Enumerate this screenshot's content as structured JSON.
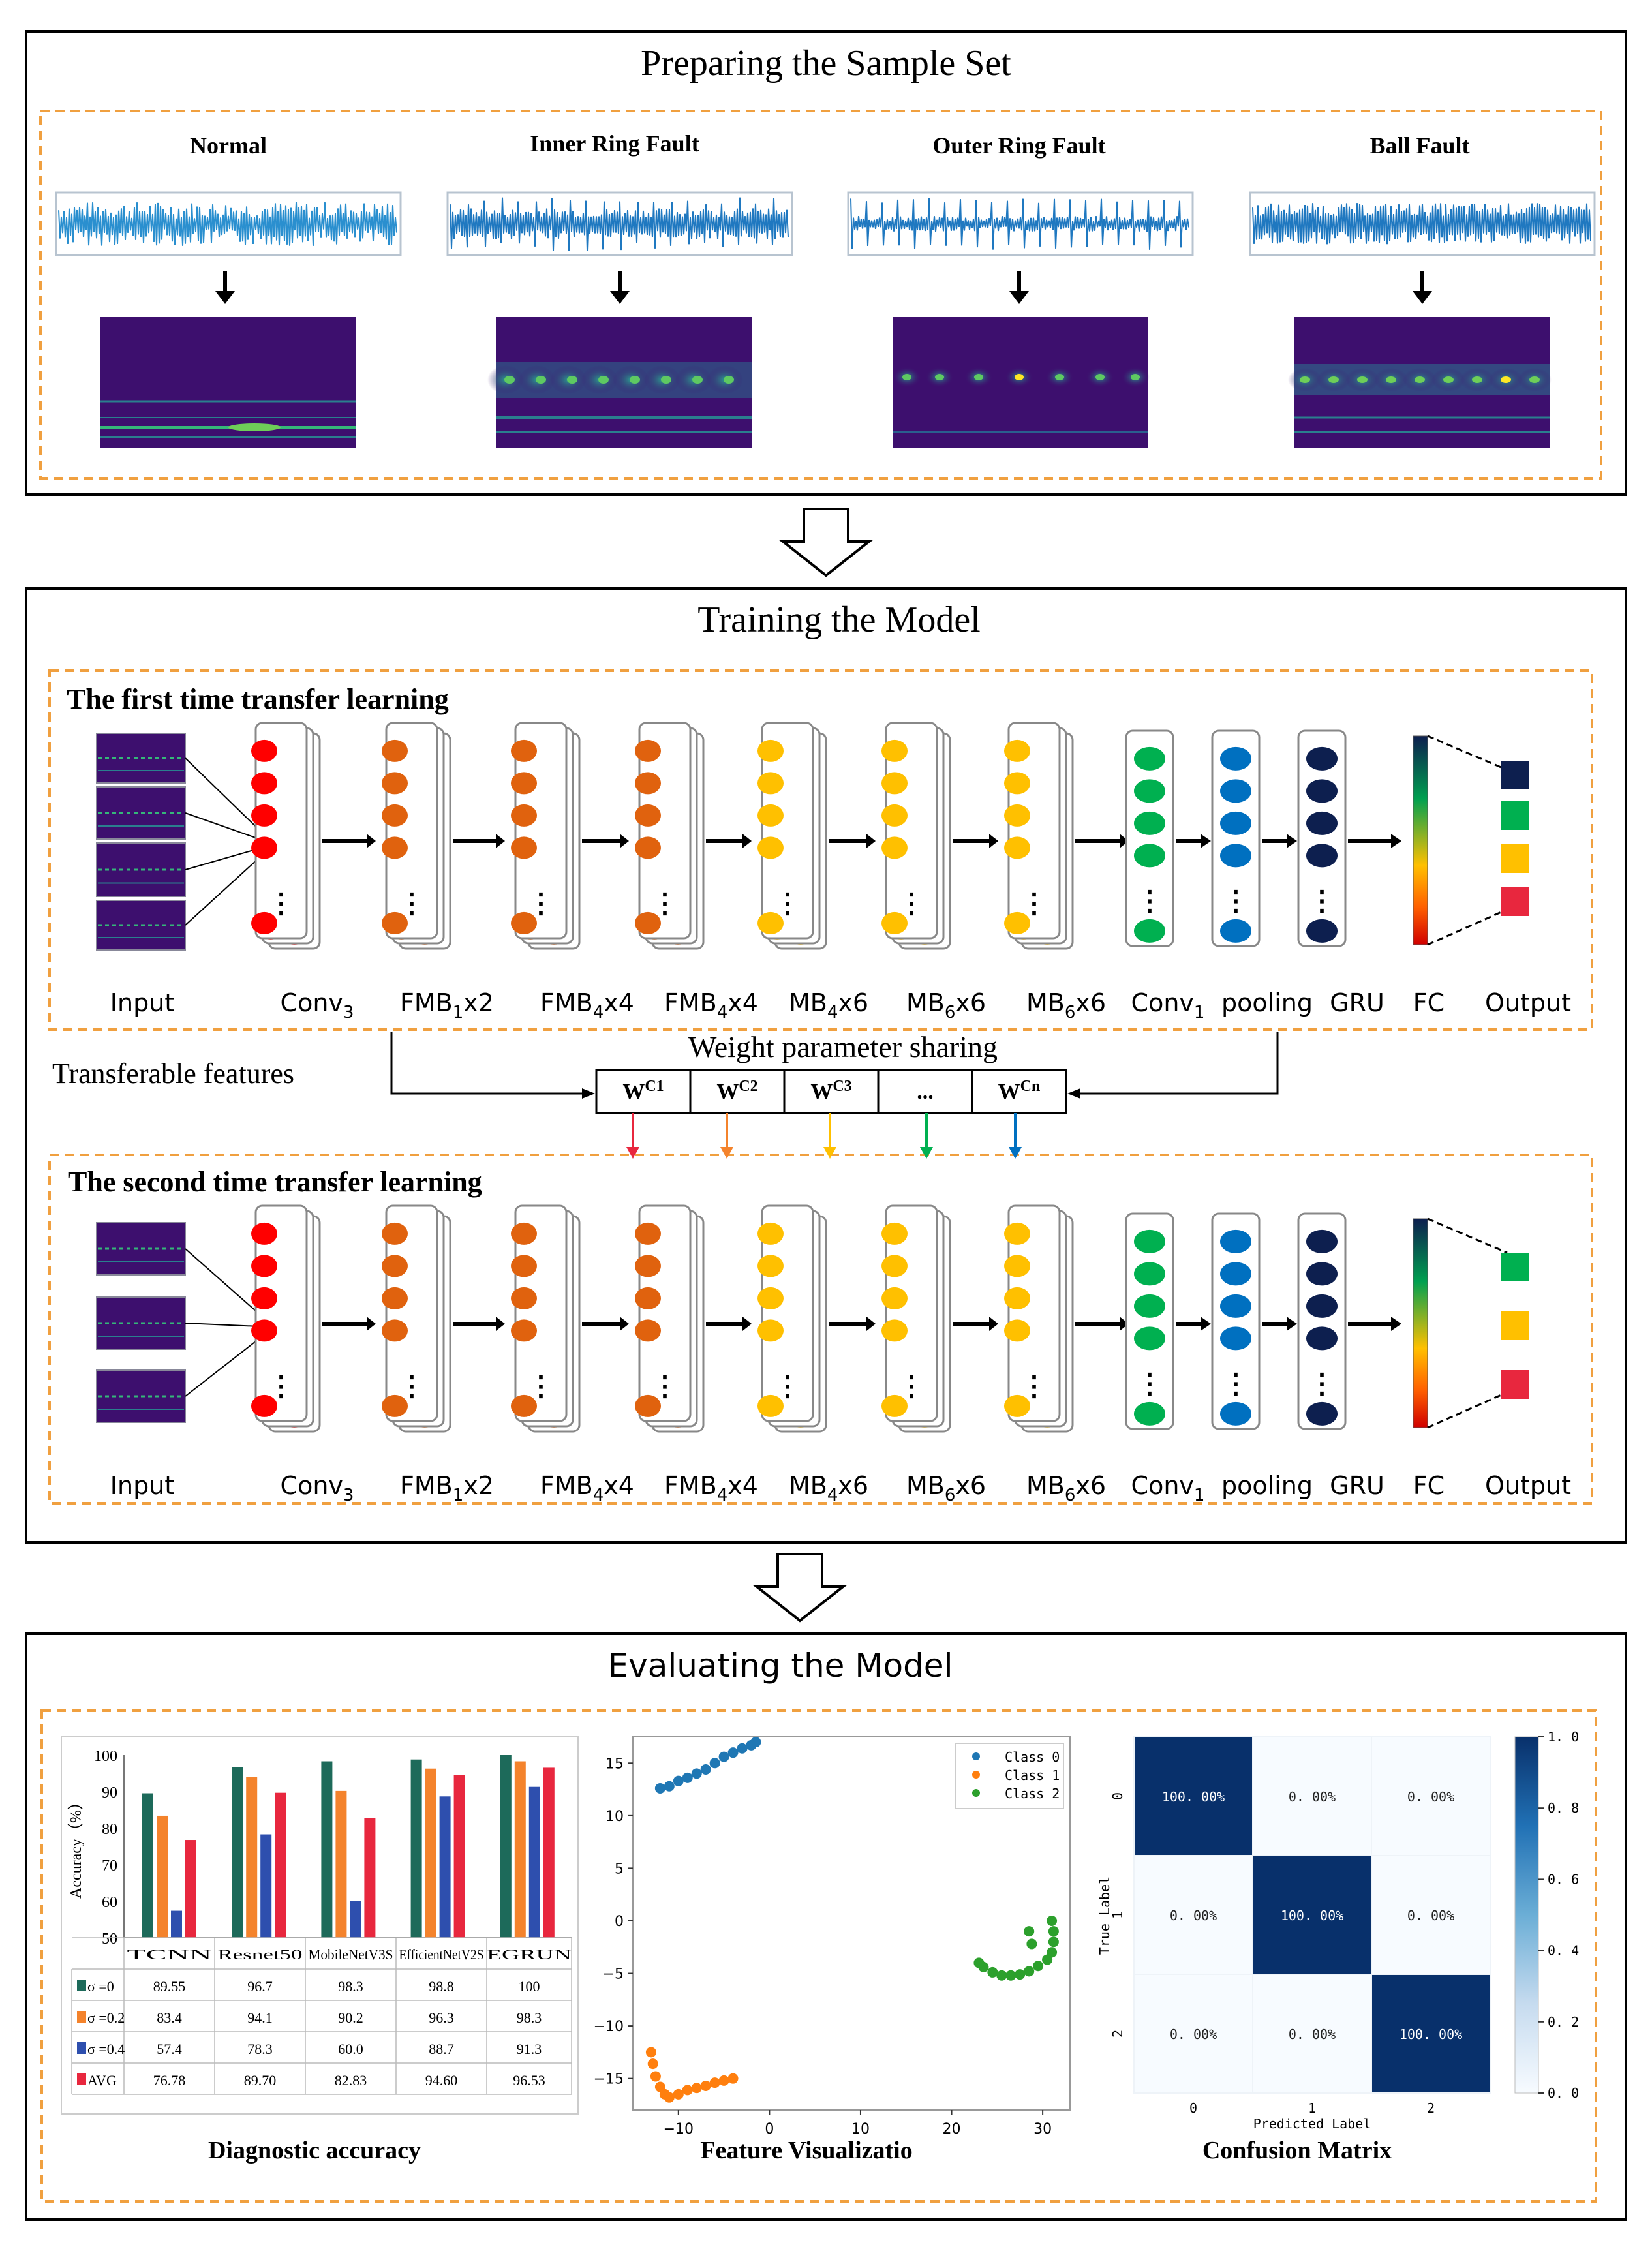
{
  "colors": {
    "red": "#ff0000",
    "orange": "#e0620e",
    "yellow": "#ffc000",
    "green": "#00b050",
    "blue": "#0070c0",
    "navy": "#0d1f4f",
    "dashed_orange": "#f0a040",
    "teal": "#1d6a5a",
    "bar_orange": "#f4832c",
    "bar_blue": "#2e4fae",
    "bar_red": "#e8273e",
    "spectro_bg": "#3d0f6e",
    "cm_dark": "#08306b",
    "scatter_blue": "#1f77b4",
    "scatter_orange": "#ff7f0e",
    "scatter_green": "#2ca02c"
  },
  "sections": {
    "prepare": {
      "title": "Preparing the Sample Set",
      "samples": [
        "Normal",
        "Inner Ring Fault",
        "Outer Ring Fault",
        "Ball Fault"
      ]
    },
    "train": {
      "title": "Training the Model",
      "first_title": "The first time transfer learning",
      "second_title": "The second time transfer learning",
      "transferable": "Transferable features",
      "sharing": "Weight parameter sharing",
      "weights": [
        {
          "base": "W",
          "sup": "C1"
        },
        {
          "base": "W",
          "sup": "C2"
        },
        {
          "base": "W",
          "sup": "C3"
        },
        {
          "base": "...",
          "sup": ""
        },
        {
          "base": "W",
          "sup": "Cn"
        }
      ],
      "layers": [
        {
          "name": "Input",
          "sub": "",
          "suffix": ""
        },
        {
          "name": "Conv",
          "sub": "3",
          "suffix": ""
        },
        {
          "name": "FMB",
          "sub": "1",
          "suffix": "x2"
        },
        {
          "name": "FMB",
          "sub": "4",
          "suffix": "x4"
        },
        {
          "name": "FMB",
          "sub": "4",
          "suffix": "x4"
        },
        {
          "name": "MB",
          "sub": "4",
          "suffix": "x6"
        },
        {
          "name": "MB",
          "sub": "6",
          "suffix": "x6"
        },
        {
          "name": "MB",
          "sub": "6",
          "suffix": "x6"
        },
        {
          "name": "Conv",
          "sub": "1",
          "suffix": ""
        },
        {
          "name": "pooling",
          "sub": "",
          "suffix": ""
        },
        {
          "name": "GRU",
          "sub": "",
          "suffix": ""
        },
        {
          "name": "FC",
          "sub": "",
          "suffix": ""
        },
        {
          "name": "Output",
          "sub": "",
          "suffix": ""
        }
      ],
      "ellipsis": "⋮"
    },
    "evaluate": {
      "title": "Evaluating the Model",
      "panel_titles": [
        "Diagnostic accuracy",
        "Feature Visualizatio",
        "Confusion Matrix"
      ]
    }
  },
  "chart_data": [
    {
      "type": "bar",
      "title": "Diagnostic accuracy",
      "ylabel": "Accuracy（%）",
      "ylim": [
        50,
        100
      ],
      "yticks": [
        "100",
        "90",
        "80",
        "70",
        "60",
        "50"
      ],
      "categories": [
        "TCNN",
        "Resnet50",
        "MobileNetV3S",
        "EfficientNetV2S",
        "EGRUN"
      ],
      "series": [
        {
          "name": "σ =0",
          "values": [
            89.55,
            96.7,
            98.3,
            98.8,
            100
          ],
          "labels": [
            "89.55",
            "96.7",
            "98.3",
            "98.8",
            "100"
          ]
        },
        {
          "name": "σ =0.2",
          "values": [
            83.4,
            94.1,
            90.2,
            96.3,
            98.3
          ],
          "labels": [
            "83.4",
            "94.1",
            "90.2",
            "96.3",
            "98.3"
          ]
        },
        {
          "name": "σ =0.4",
          "values": [
            57.4,
            78.3,
            60.0,
            88.7,
            91.3
          ],
          "labels": [
            "57.4",
            "78.3",
            "60.0",
            "88.7",
            "91.3"
          ]
        },
        {
          "name": "AVG",
          "values": [
            76.78,
            89.7,
            82.83,
            94.6,
            96.53
          ],
          "labels": [
            "76.78",
            "89.70",
            "82.83",
            "94.60",
            "96.53"
          ]
        }
      ]
    },
    {
      "type": "scatter",
      "title": "Feature Visualizatio",
      "xlim": [
        -15,
        33
      ],
      "ylim": [
        -18,
        17.5
      ],
      "xticks": [
        -10,
        0,
        10,
        20,
        30
      ],
      "yticks": [
        15,
        10,
        5,
        0,
        -5,
        -10,
        -15
      ],
      "xtick_labels": [
        "−10",
        "0",
        "10",
        "20",
        "30"
      ],
      "ytick_labels": [
        "15",
        "10",
        "5",
        "0",
        "−5",
        "−10",
        "−15"
      ],
      "legend": [
        "Class 0",
        "Class 1",
        "Class 2"
      ],
      "series": [
        {
          "name": "Class 0",
          "points": [
            [
              -12,
              12.6
            ],
            [
              -11,
              12.8
            ],
            [
              -10,
              13.3
            ],
            [
              -9,
              13.6
            ],
            [
              -8,
              14.0
            ],
            [
              -7,
              14.4
            ],
            [
              -6,
              15.0
            ],
            [
              -5,
              15.6
            ],
            [
              -4,
              16.0
            ],
            [
              -3,
              16.4
            ],
            [
              -2,
              16.7
            ],
            [
              -1.5,
              17.0
            ]
          ]
        },
        {
          "name": "Class 1",
          "points": [
            [
              -13,
              -12.5
            ],
            [
              -12.8,
              -13.6
            ],
            [
              -12.5,
              -14.8
            ],
            [
              -12,
              -15.8
            ],
            [
              -11.5,
              -16.5
            ],
            [
              -11,
              -16.8
            ],
            [
              -10,
              -16.5
            ],
            [
              -9,
              -16.1
            ],
            [
              -8,
              -15.9
            ],
            [
              -7,
              -15.7
            ],
            [
              -6,
              -15.4
            ],
            [
              -5,
              -15.2
            ],
            [
              -4,
              -15.0
            ]
          ]
        },
        {
          "name": "Class 2",
          "points": [
            [
              23,
              -4.0
            ],
            [
              23.5,
              -4.4
            ],
            [
              24.5,
              -4.9
            ],
            [
              25.5,
              -5.2
            ],
            [
              26.5,
              -5.2
            ],
            [
              27.5,
              -5.1
            ],
            [
              28.5,
              -4.8
            ],
            [
              29.5,
              -4.3
            ],
            [
              30.5,
              -3.7
            ],
            [
              31,
              -3.0
            ],
            [
              31.2,
              -2.0
            ],
            [
              31.2,
              -1.0
            ],
            [
              31,
              0.0
            ],
            [
              28.5,
              -1.0
            ],
            [
              28.8,
              -2.2
            ]
          ]
        }
      ]
    },
    {
      "type": "heatmap",
      "title": "Confusion Matrix",
      "xlabel": "Predicted Label",
      "ylabel": "True Label",
      "xticks": [
        "0",
        "1",
        "2"
      ],
      "yticks": [
        "0",
        "1",
        "2"
      ],
      "values": [
        [
          1.0,
          0.0,
          0.0
        ],
        [
          0.0,
          1.0,
          0.0
        ],
        [
          0.0,
          0.0,
          1.0
        ]
      ],
      "cell_labels": [
        [
          "100. 00%",
          "0. 00%",
          "0. 00%"
        ],
        [
          "0. 00%",
          "100. 00%",
          "0. 00%"
        ],
        [
          "0. 00%",
          "0. 00%",
          "100. 00%"
        ]
      ],
      "colorbar": {
        "min": 0.0,
        "max": 1.0,
        "ticks": [
          "1. 0",
          "0. 8",
          "0. 6",
          "0. 4",
          "0. 2",
          "0. 0"
        ]
      }
    }
  ]
}
